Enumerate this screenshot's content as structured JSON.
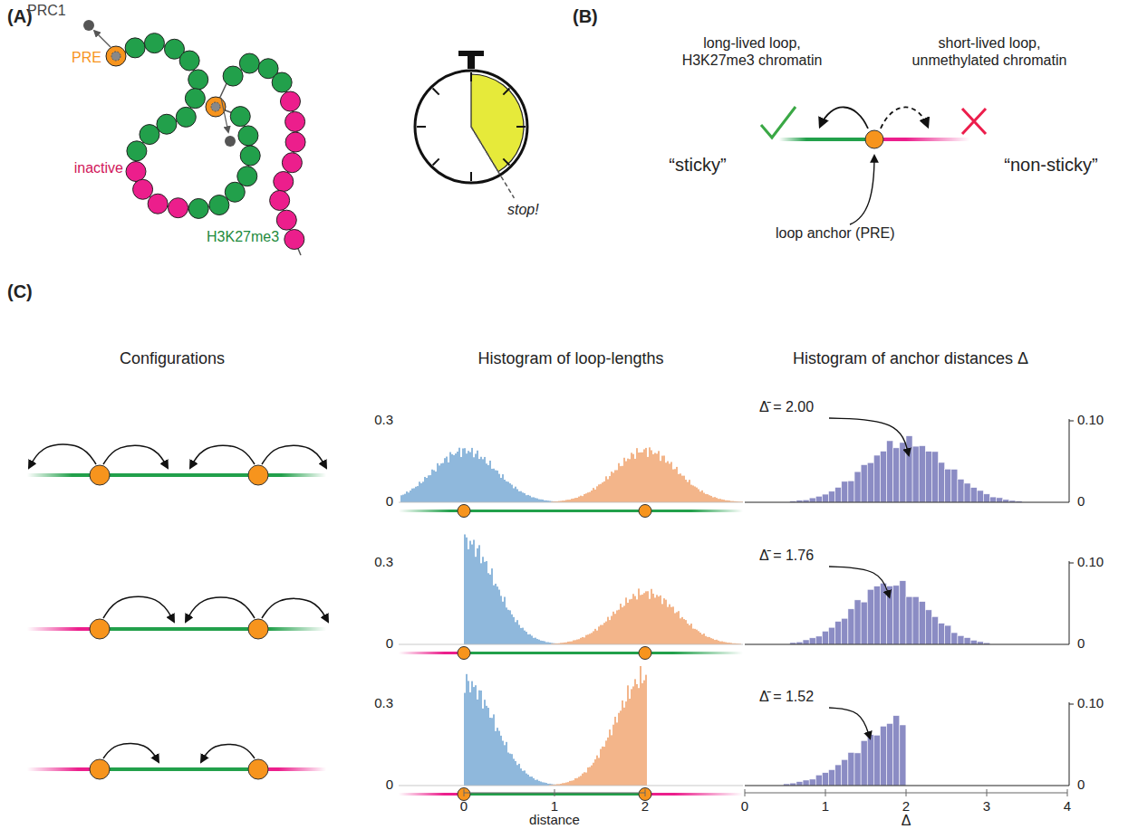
{
  "diagram": {
    "labels": [
      "(A)",
      "PRC1",
      "PRE",
      "inactive",
      "H3K27me3",
      "stop!",
      "(B)",
      "long-lived loop, H3K27me3 chromatin",
      "short-lived loop, unmethylated chromatin",
      "“sticky”",
      "“non-sticky”",
      "loop anchor (PRE)",
      "(C)",
      "Configurations",
      "Histogram of loop-lengths",
      "Histogram of anchor distances Δ",
      "0.3",
      "0",
      "Δ̄ = 2.00",
      "0.10",
      "0",
      "0.3",
      "0",
      "Δ̄ = 1.76",
      "0.10",
      "0",
      "0.3",
      "0",
      "Δ̄ = 1.52",
      "0.10",
      "0",
      "0",
      "1",
      "2",
      "distance",
      "0",
      "1",
      "2",
      "3",
      "4",
      "Δ"
    ]
  }
}
